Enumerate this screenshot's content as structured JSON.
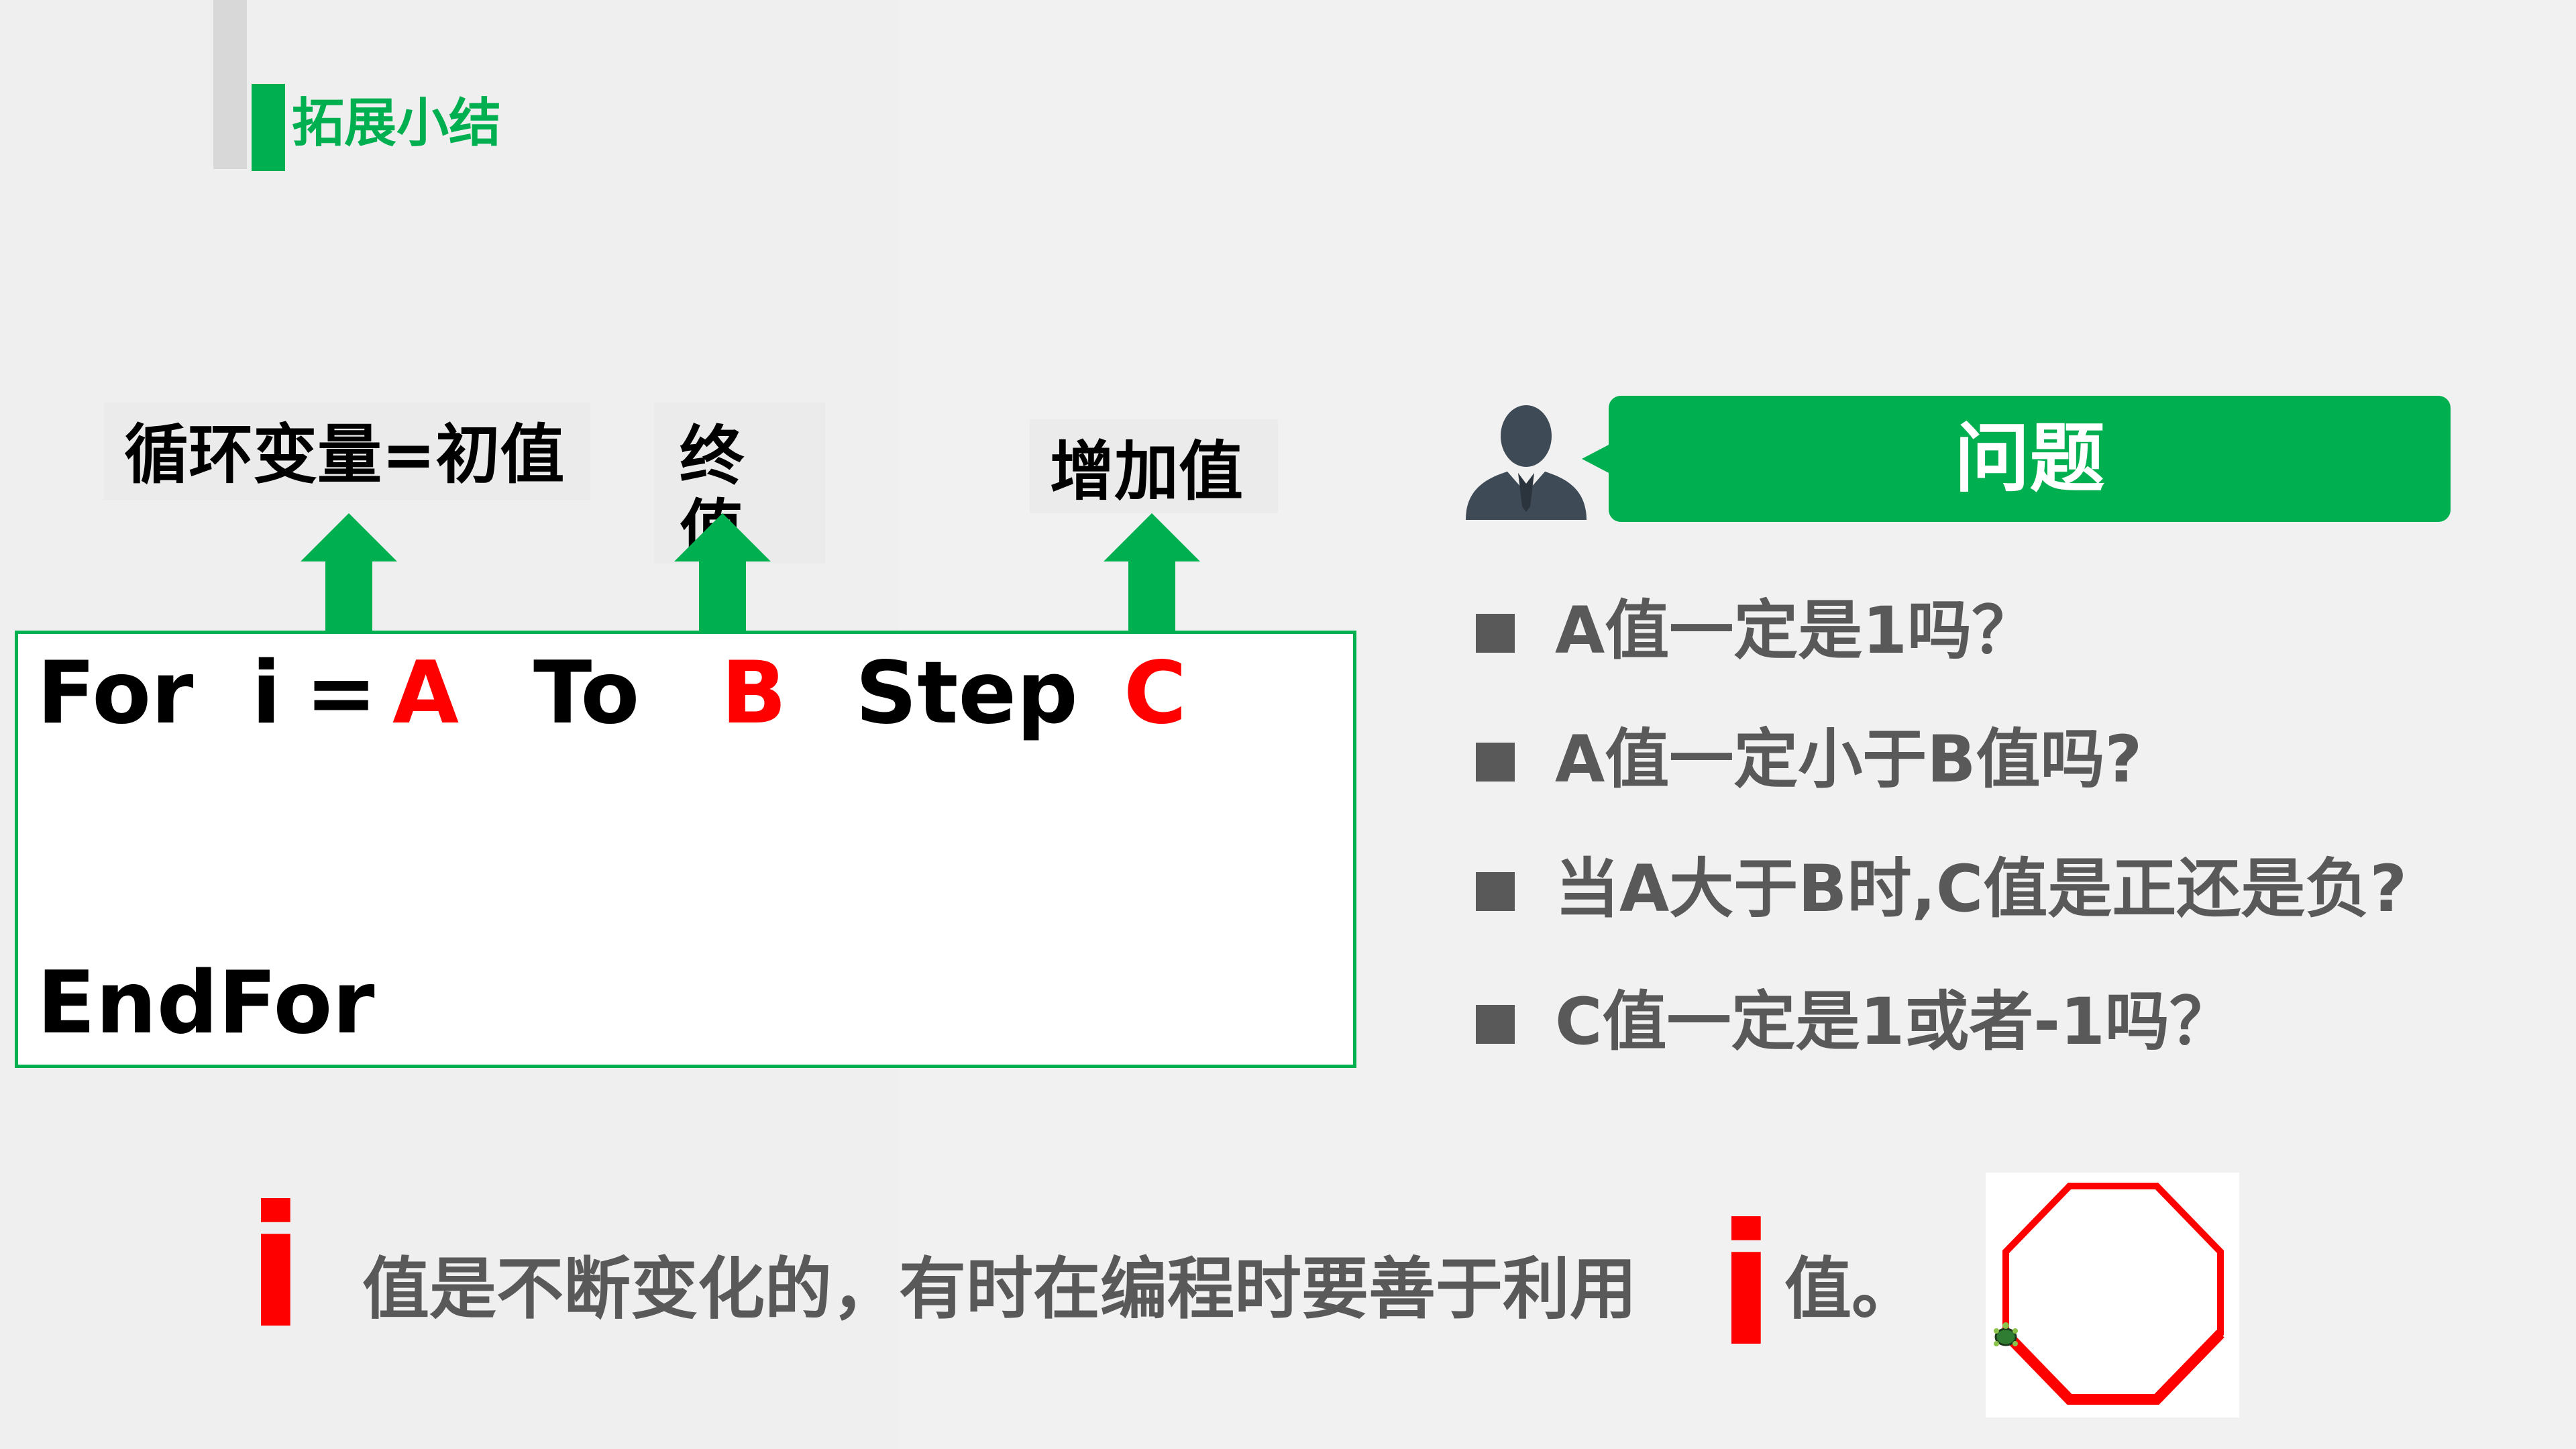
{
  "header": {
    "title": "拓展小结"
  },
  "labels": {
    "init": "循环变量=初值",
    "end_line1": "终",
    "end_line2": "值",
    "step": "增加值"
  },
  "code": {
    "for": "For",
    "var": "i",
    "eq": "=",
    "a": "A",
    "to": "To",
    "b": "B",
    "step": "Step",
    "c": "C",
    "endfor": "EndFor"
  },
  "question_panel": {
    "title": "问题",
    "items": [
      "A值一定是1吗？",
      "A值一定小于B值吗?",
      "当A大于B时,C值是正还是负?",
      "C值一定是1或者-1吗？"
    ]
  },
  "bottom": {
    "i1": "i",
    "text": "值是不断变化的，有时在编程时要善于利用",
    "i2": "i",
    "text_end": "值。"
  },
  "colors": {
    "accent_green": "#00b050",
    "highlight_red": "#ff0000",
    "text_gray": "#595959"
  },
  "icons": {
    "avatar": "person-silhouette-icon",
    "bullets": "square-bullet-icon",
    "turtle": "turtle-icon",
    "shape": "octagon-drawing"
  }
}
